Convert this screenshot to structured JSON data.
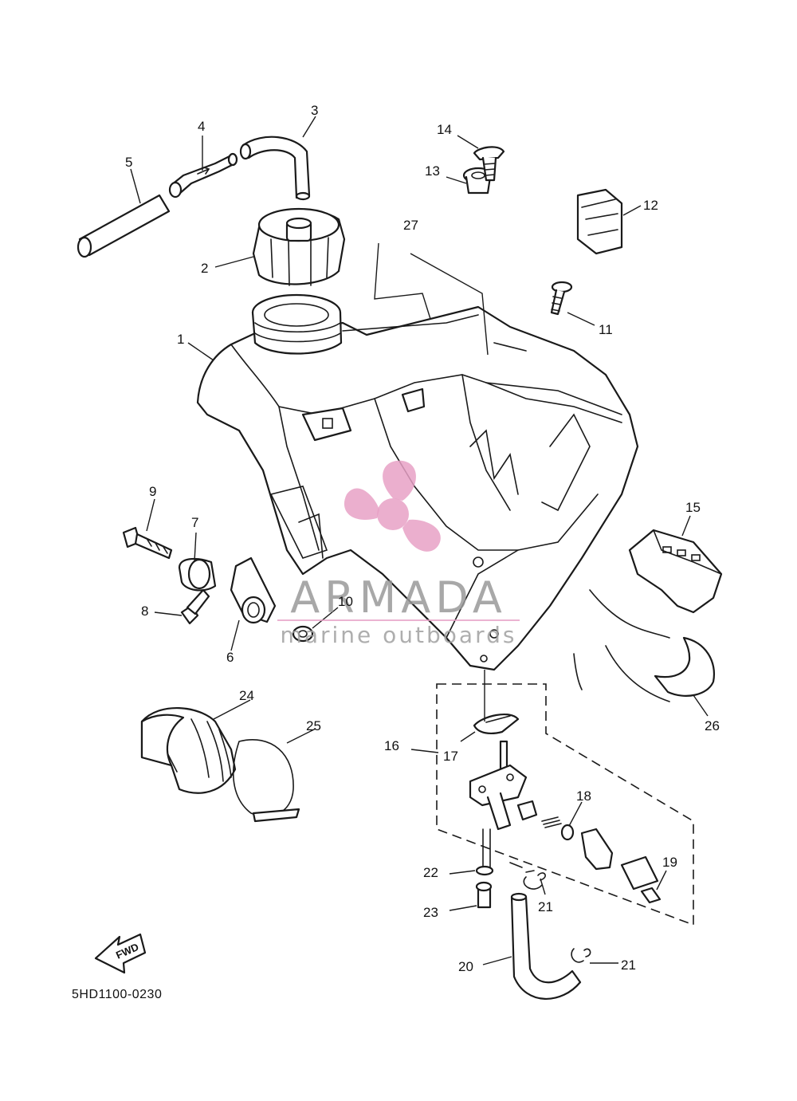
{
  "diagram": {
    "code": "5HD1100-0230",
    "fwd_label": "FWD",
    "callouts": [
      "1",
      "2",
      "3",
      "4",
      "5",
      "6",
      "7",
      "8",
      "9",
      "10",
      "11",
      "12",
      "13",
      "14",
      "15",
      "16",
      "17",
      "18",
      "19",
      "20",
      "21",
      "21",
      "22",
      "23",
      "24",
      "25",
      "26",
      "27"
    ]
  },
  "watermark": {
    "brand": "ARMADA",
    "tagline": "marine outboards",
    "color": "#e7a1c6"
  }
}
